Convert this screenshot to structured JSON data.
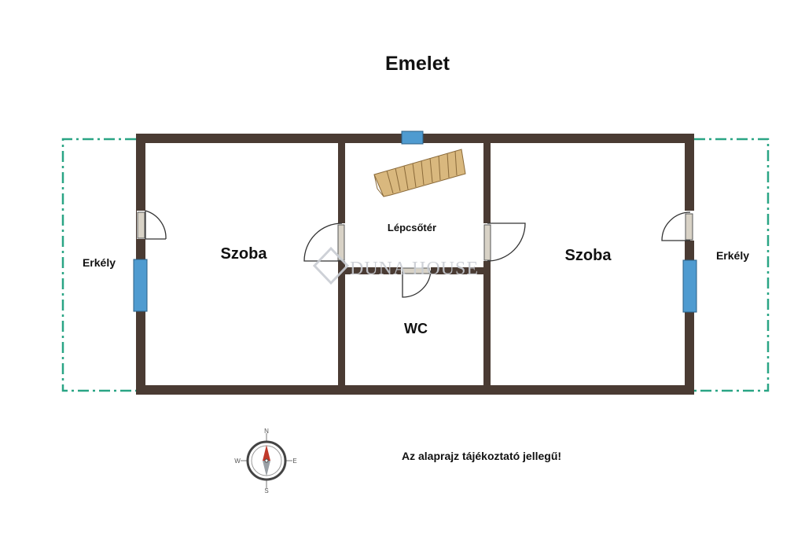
{
  "title": "Emelet",
  "rooms": {
    "left_room": "Szoba",
    "right_room": "Szoba",
    "stairwell": "Lépcsőtér",
    "wc": "WC",
    "left_balcony": "Erkély",
    "right_balcony": "Erkély"
  },
  "watermark": "DUNA HOUSE",
  "compass": {
    "n": "N",
    "s": "S",
    "e": "E",
    "w": "W"
  },
  "disclaimer": "Az alaprajz tájékoztató jellegű!",
  "colors": {
    "wall": "#4a3b33",
    "balcony_line": "#2aa585",
    "window": "#4f9bd0",
    "door_leaf": "#d8d2c6",
    "stairs": "#d9b87e",
    "compass_arrow": "#c0392b"
  }
}
